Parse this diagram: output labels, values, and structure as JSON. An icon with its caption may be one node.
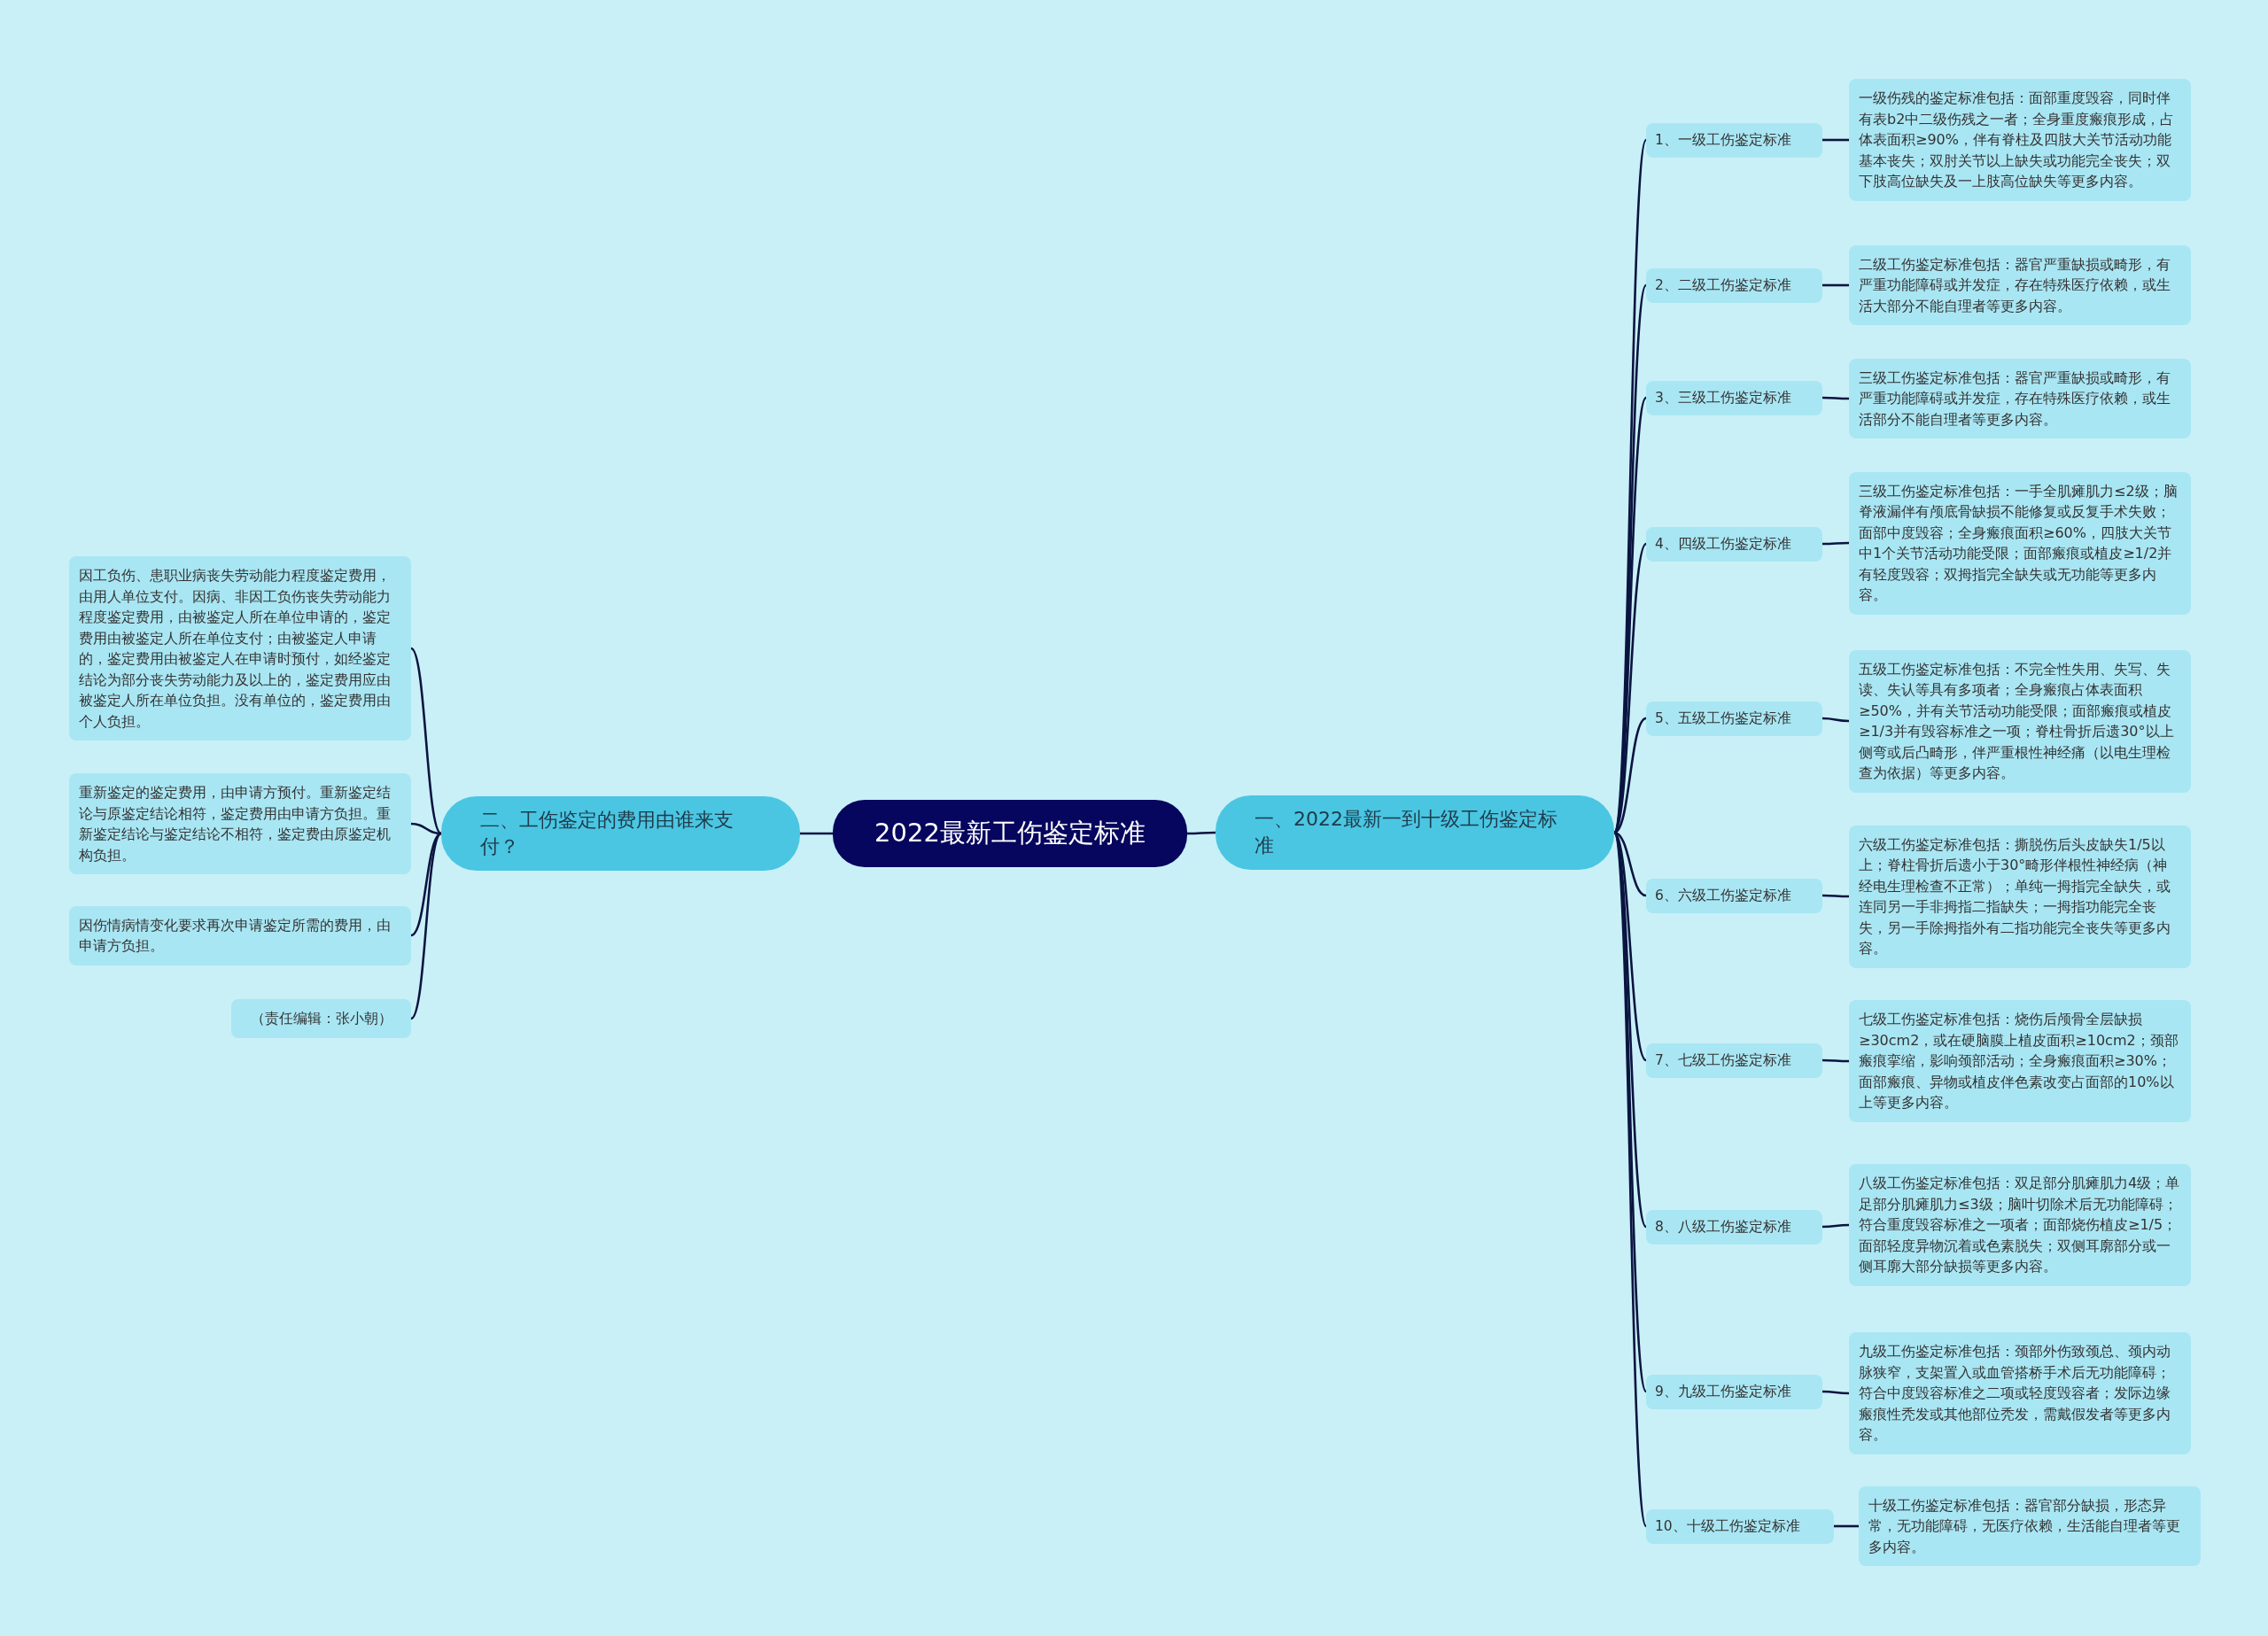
{
  "diagram": {
    "nodes": [
      {
        "text": [
          "2022最新工伤鉴定标准"
        ]
      },
      {
        "text": [
          "一、2022最新一到十级工伤鉴定标准"
        ]
      },
      {
        "text": [
          "1、一级工伤鉴定标准"
        ]
      },
      {
        "text": [
          "2、二级工伤鉴定标准"
        ]
      },
      {
        "text": [
          "3、三级工伤鉴定标准"
        ]
      },
      {
        "text": [
          "4、四级工伤鉴定标准"
        ]
      },
      {
        "text": [
          "5、五级工伤鉴定标准"
        ]
      },
      {
        "text": [
          "6、六级工伤鉴定标准"
        ]
      },
      {
        "text": [
          "7、七级工伤鉴定标准"
        ]
      },
      {
        "text": [
          "8、八级工伤鉴定标准"
        ]
      },
      {
        "text": [
          "9、九级工伤鉴定标准"
        ]
      },
      {
        "text": [
          "10、十级工伤鉴定标准"
        ]
      },
      {
        "text": [
          "一级伤残的鉴定标准包括：面部重度毁容，同时伴有表b2中二级伤残之一者；全身重度瘢痕形成，占体表面积≥90%，伴有脊柱及四肢大关节活动功能基本丧失；双肘关节以上缺失或功能完全丧失；双下肢高位缺失及一上肢高位缺失等更多内容。"
        ]
      },
      {
        "text": [
          "二级工伤鉴定标准包括：器官严重缺损或畸形，有严重功能障碍或并发症，存在特殊医疗依赖，或生活大部分不能自理者等更多内容。"
        ]
      },
      {
        "text": [
          "三级工伤鉴定标准包括：器官严重缺损或畸形，有严重功能障碍或并发症，存在特殊医疗依赖，或生活部分不能自理者等更多内容。"
        ]
      },
      {
        "text": [
          "三级工伤鉴定标准包括：一手全肌瘫肌力≤2级；脑脊液漏伴有颅底骨缺损不能修复或反复手术失败；面部中度毁容；全身瘢痕面积≥60%，四肢大关节中1个关节活动功能受限；面部瘢痕或植皮≥1/2并有轻度毁容；双拇指完全缺失或无功能等更多内容。"
        ]
      },
      {
        "text": [
          "五级工伤鉴定标准包括：不完全性失用、失写、失读、失认等具有多项者；全身瘢痕占体表面积≥50%，并有关节活动功能受限；面部瘢痕或植皮≥1/3并有毁容标准之一项；脊柱骨折后遗30°以上侧弯或后凸畸形，伴严重根性神经痛（以电生理检查为依据）等更多内容。"
        ]
      },
      {
        "text": [
          "六级工伤鉴定标准包括：撕脱伤后头皮缺失1/5以上；脊柱骨折后遗小于30°畸形伴根性神经病（神经电生理检查不正常）；单纯一拇指完全缺失，或连同另一手非拇指二指缺失；一拇指功能完全丧失，另一手除拇指外有二指功能完全丧失等更多内容。"
        ]
      },
      {
        "text": [
          "七级工伤鉴定标准包括：烧伤后颅骨全层缺损≥30cm2，或在硬脑膜上植皮面积≥10cm2；颈部瘢痕挛缩，影响颈部活动；全身瘢痕面积≥30%；面部瘢痕、异物或植皮伴色素改变占面部的10%以上等更多内容。"
        ]
      },
      {
        "text": [
          "八级工伤鉴定标准包括：双足部分肌瘫肌力4级；单足部分肌瘫肌力≤3级；脑叶切除术后无功能障碍；符合重度毁容标准之一项者；面部烧伤植皮≥1/5；面部轻度异物沉着或色素脱失；双侧耳廓部分或一侧耳廓大部分缺损等更多内容。"
        ]
      },
      {
        "text": [
          "九级工伤鉴定标准包括：颈部外伤致颈总、颈内动脉狭窄，支架置入或血管搭桥手术后无功能障碍；符合中度毁容标准之二项或轻度毁容者；发际边缘瘢痕性秃发或其他部位秃发，需戴假发者等更多内容。"
        ]
      },
      {
        "text": [
          "十级工伤鉴定标准包括：器官部分缺损，形态异常，无功能障碍，无医疗依赖，生活能自理者等更多内容。"
        ]
      },
      {
        "text": [
          "二、工伤鉴定的费用由谁来支付？"
        ]
      },
      {
        "text": [
          "因工负伤、患职业病丧失劳动能力程度鉴定费用，由用人单位支付。因病、非因工负伤丧失劳动能力程度鉴定费用，由被鉴定人所在单位申请的，鉴定费用由被鉴定人所在单位支付；由被鉴定人申请的，鉴定费用由被鉴定人在申请时预付，如经鉴定结论为部分丧失劳动能力及以上的，鉴定费用应由被鉴定人所在单位负担。没有单位的，鉴定费用由个人负担。"
        ]
      },
      {
        "text": [
          "重新鉴定的鉴定费用，由申请方预付。重新鉴定结论与原鉴定结论相符，鉴定费用由申请方负担。重新鉴定结论与鉴定结论不相符，鉴定费由原鉴定机构负担。"
        ]
      },
      {
        "text": [
          "因伤情病情变化要求再次申请鉴定所需的费用，由申请方负担。"
        ]
      },
      {
        "text": [
          "（责任编辑：张小朝）"
        ]
      }
    ],
    "edges": [
      {
        "from": 0,
        "to": 1,
        "arrow": "none"
      },
      {
        "from": 0,
        "to": 22,
        "arrow": "none"
      },
      {
        "from": 1,
        "to": 2,
        "arrow": "none"
      },
      {
        "from": 1,
        "to": 3,
        "arrow": "none"
      },
      {
        "from": 1,
        "to": 4,
        "arrow": "none"
      },
      {
        "from": 1,
        "to": 5,
        "arrow": "none"
      },
      {
        "from": 1,
        "to": 6,
        "arrow": "none"
      },
      {
        "from": 1,
        "to": 7,
        "arrow": "none"
      },
      {
        "from": 1,
        "to": 8,
        "arrow": "none"
      },
      {
        "from": 1,
        "to": 9,
        "arrow": "none"
      },
      {
        "from": 1,
        "to": 10,
        "arrow": "none"
      },
      {
        "from": 1,
        "to": 11,
        "arrow": "none"
      },
      {
        "from": 2,
        "to": 12,
        "arrow": "none"
      },
      {
        "from": 3,
        "to": 13,
        "arrow": "none"
      },
      {
        "from": 4,
        "to": 14,
        "arrow": "none"
      },
      {
        "from": 5,
        "to": 15,
        "arrow": "none"
      },
      {
        "from": 6,
        "to": 16,
        "arrow": "none"
      },
      {
        "from": 7,
        "to": 17,
        "arrow": "none"
      },
      {
        "from": 8,
        "to": 18,
        "arrow": "none"
      },
      {
        "from": 9,
        "to": 19,
        "arrow": "none"
      },
      {
        "from": 10,
        "to": 20,
        "arrow": "none"
      },
      {
        "from": 11,
        "to": 21,
        "arrow": "none"
      },
      {
        "from": 22,
        "to": 23,
        "arrow": "none"
      },
      {
        "from": 22,
        "to": 24,
        "arrow": "none"
      },
      {
        "from": 22,
        "to": 25,
        "arrow": "none"
      },
      {
        "from": 22,
        "to": 26,
        "arrow": "none"
      }
    ]
  }
}
